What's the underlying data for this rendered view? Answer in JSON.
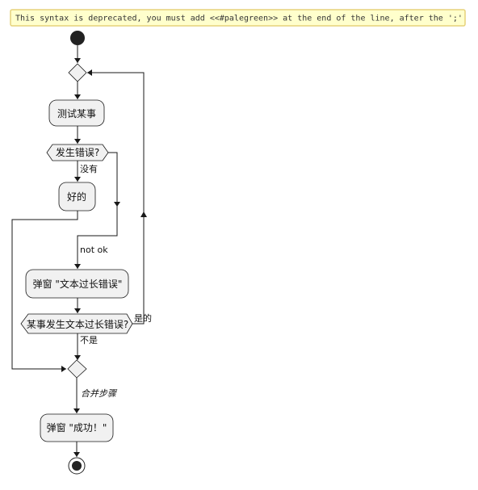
{
  "warning": {
    "text": "This syntax is deprecated, you must add <<#palegreen>> at the end of the line, after the ';'",
    "background": "#ffffcc",
    "border": "#e6d27a"
  },
  "nodes": {
    "test_something": "测试某事",
    "error_occurred": "发生错误?",
    "good": "好的",
    "popup_too_long": "弹窗 \"文本过长错误\"",
    "too_long_error": "某事发生文本过长错误?",
    "popup_success": "弹窗 \"成功！\""
  },
  "edges": {
    "no": "没有",
    "not_ok": "not ok",
    "yes": "是的",
    "not_is": "不是",
    "merge_steps": "合并步骤"
  },
  "colors": {
    "node_fill": "#f1f1f1",
    "stroke": "#181818"
  }
}
